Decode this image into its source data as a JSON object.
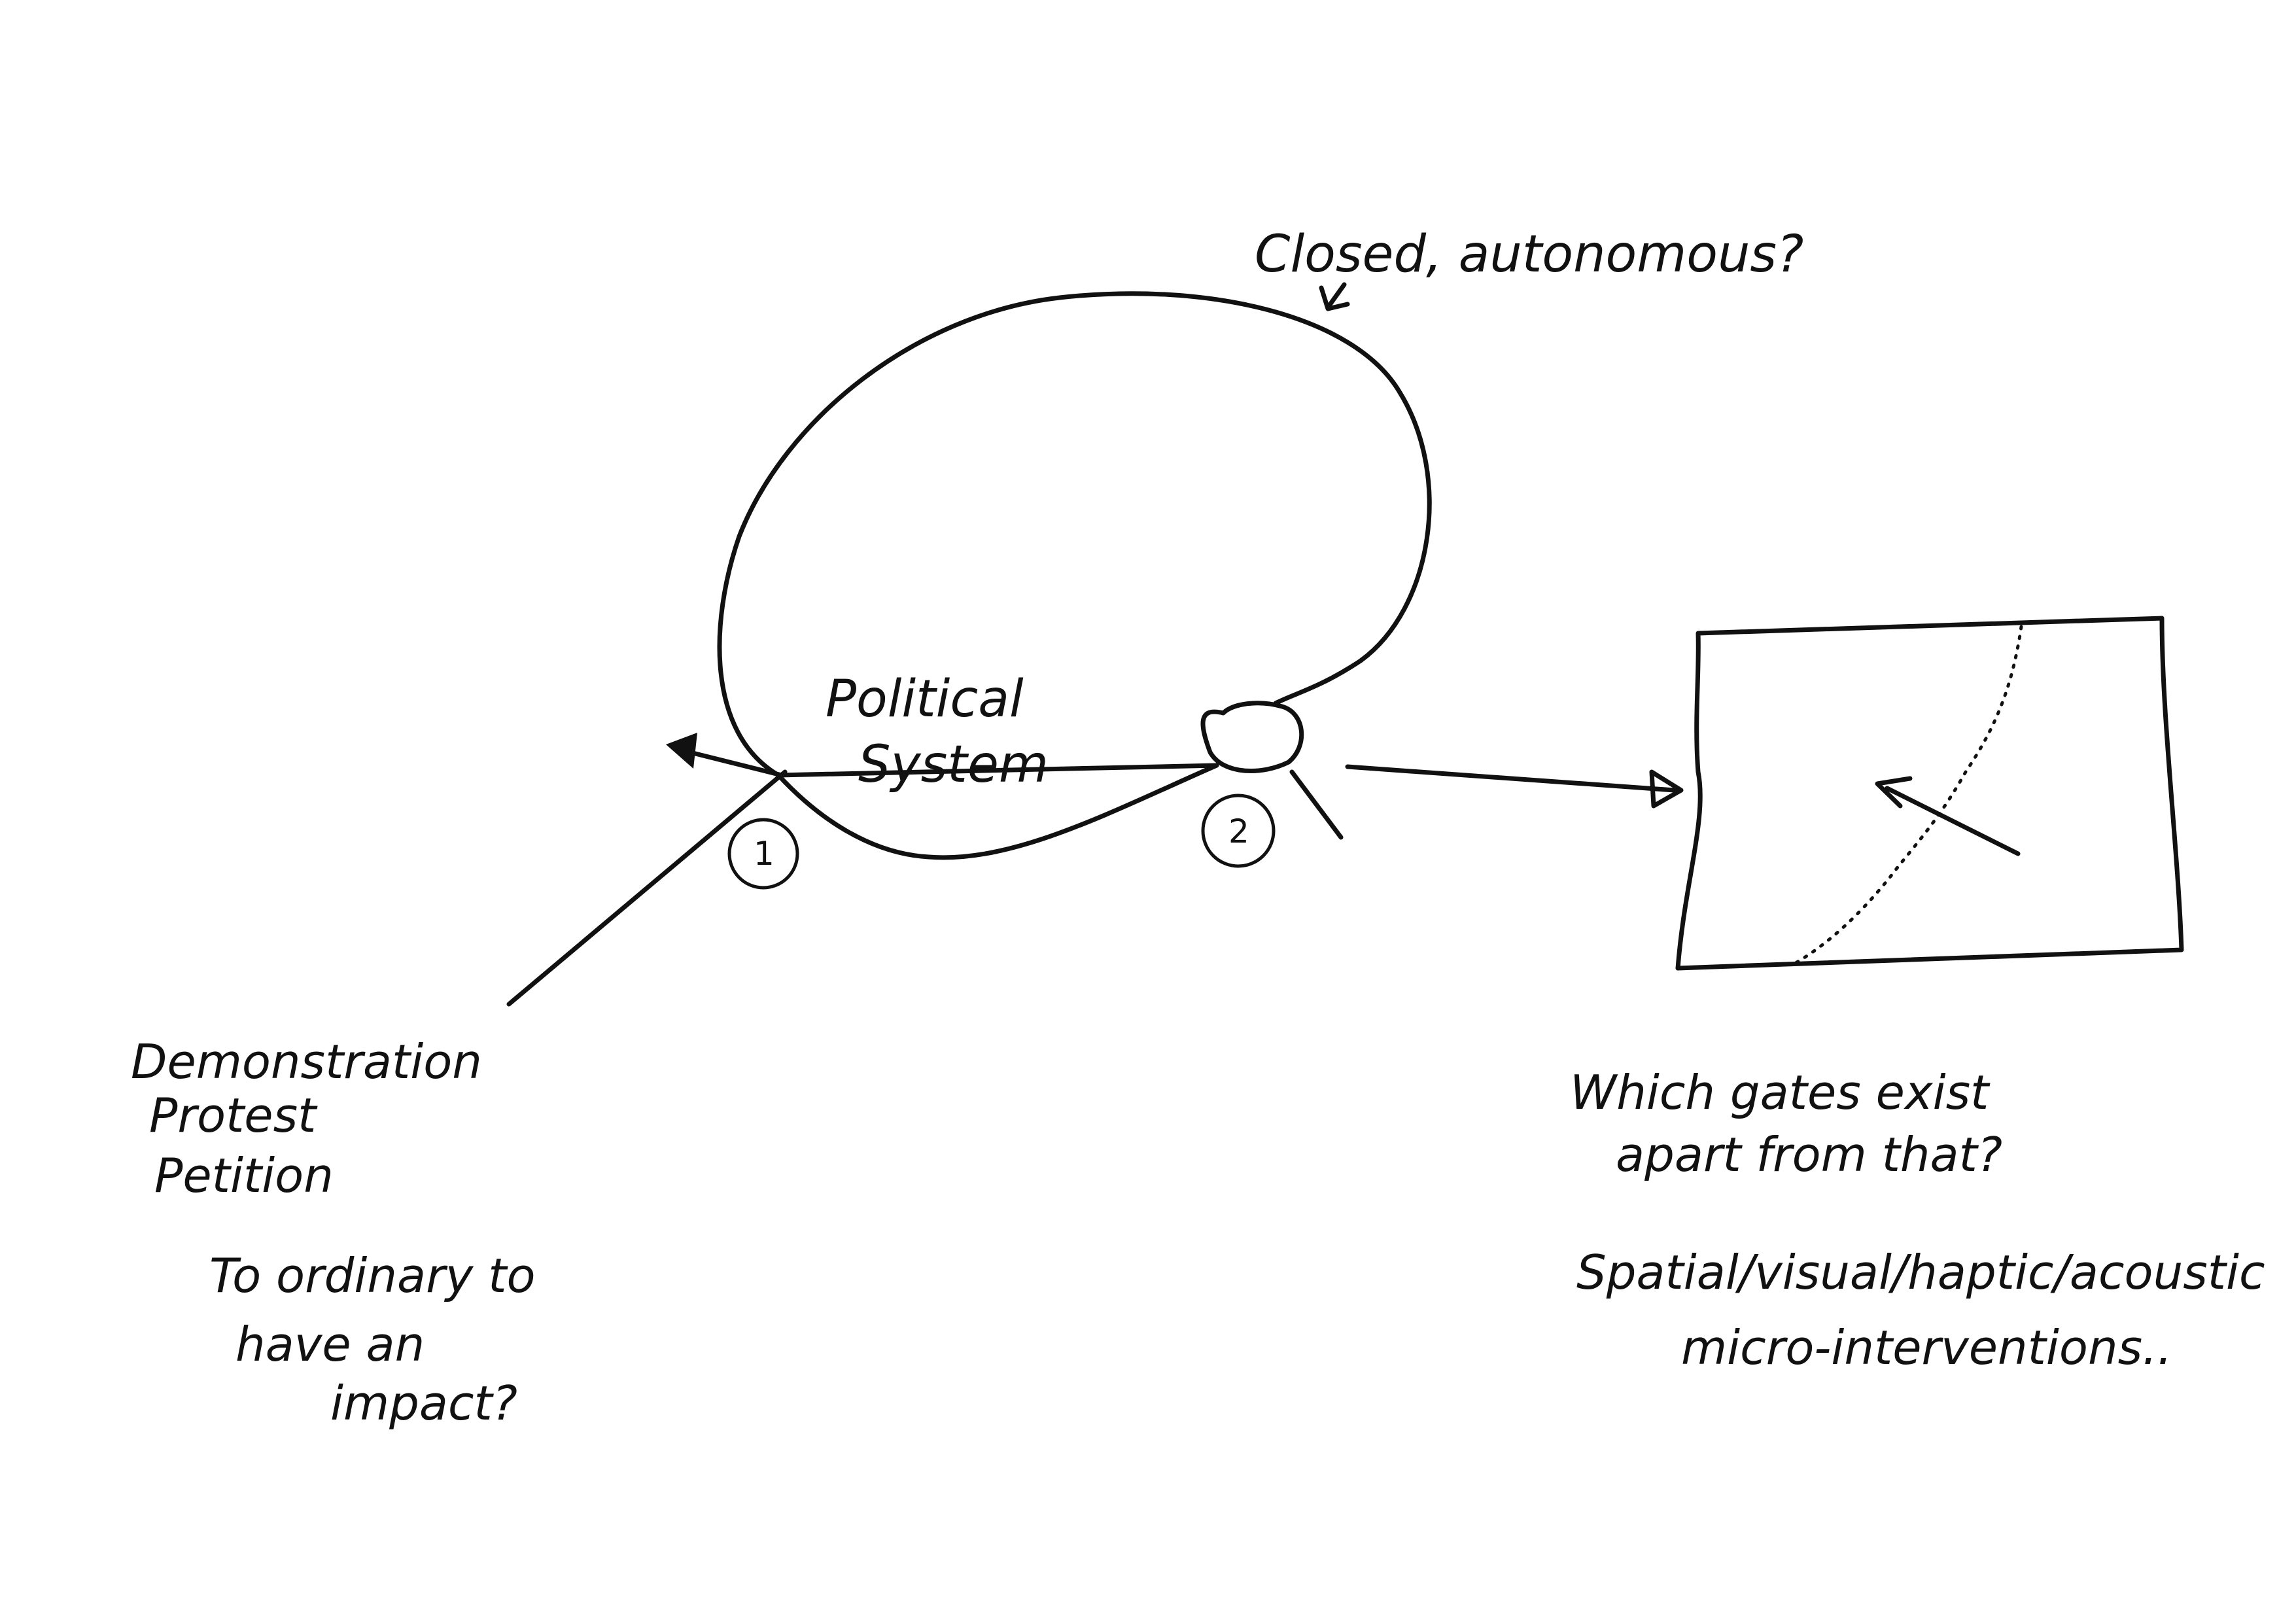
{
  "annotations": {
    "top_question": "Closed, autonomous?",
    "system_label_line1": "Political",
    "system_label_line2": "System",
    "gate_1": "1",
    "gate_2": "2",
    "left_list": [
      "Demonstration",
      "Protest",
      "Petition"
    ],
    "left_question": [
      "To ordinary to",
      "have an",
      "impact?"
    ],
    "right_question": [
      "Which gates exist",
      "apart from that?"
    ],
    "right_list": [
      "Spatial/visual/haptic/acoustic",
      "micro-interventions.."
    ]
  }
}
